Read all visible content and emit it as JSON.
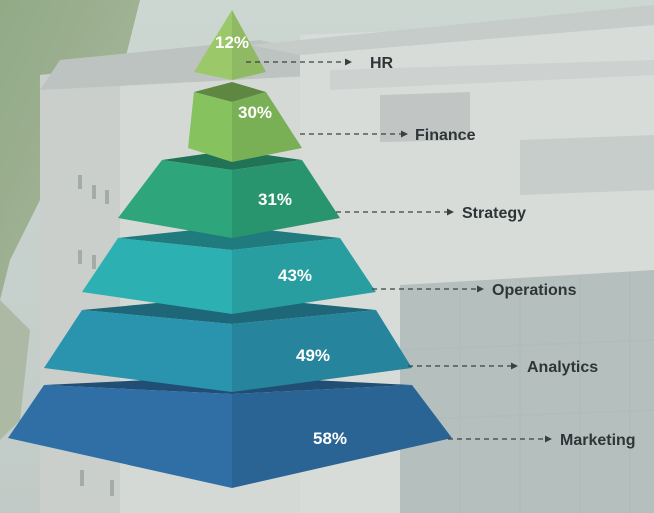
{
  "diagram": {
    "type": "pyramid",
    "tiers": [
      {
        "percent": "12%",
        "label": "HR",
        "color": "#9bc96a"
      },
      {
        "percent": "30%",
        "label": "Finance",
        "color": "#86c25e"
      },
      {
        "percent": "31%",
        "label": "Strategy",
        "color": "#2ea57b"
      },
      {
        "percent": "43%",
        "label": "Operations",
        "color": "#2cb0b2"
      },
      {
        "percent": "49%",
        "label": "Analytics",
        "color": "#2a93ad"
      },
      {
        "percent": "58%",
        "label": "Marketing",
        "color": "#2f6fa6"
      }
    ]
  }
}
